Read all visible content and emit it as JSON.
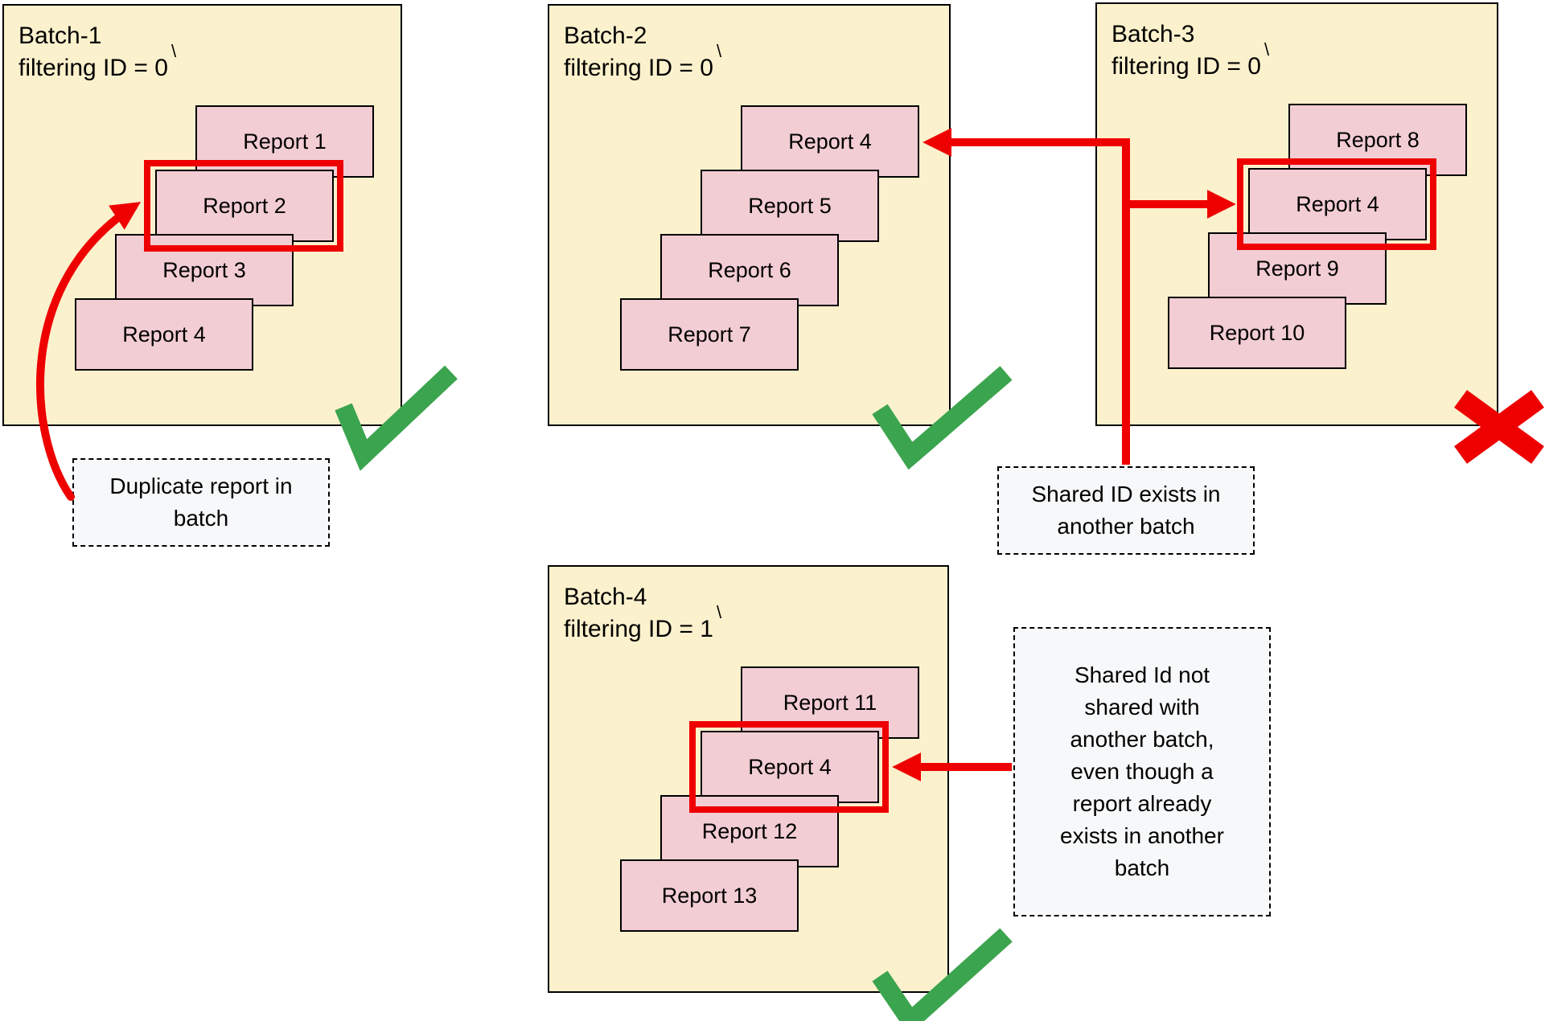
{
  "colors": {
    "batch_fill": "#FCF1CD",
    "batch_border": "#000000",
    "report_fill": "#F2CDD3",
    "report_border": "#000000",
    "highlight_red": "#EE0000",
    "arrow_red": "#EE0000",
    "check_green": "#3BA44E",
    "cross_red": "#EE0000",
    "annotation_fill": "#F7F8F9"
  },
  "batches": [
    {
      "name": "Batch-1",
      "filter_label": "filtering ID = 0",
      "stray_mark": "\\",
      "reports": [
        "Report 1",
        "Report 2",
        "Report 3",
        "Report 4"
      ],
      "highlighted_report": "Report 2",
      "status": "accepted"
    },
    {
      "name": "Batch-2",
      "filter_label": "filtering ID = 0",
      "stray_mark": "\\",
      "reports": [
        "Report 4",
        "Report 5",
        "Report 6",
        "Report 7"
      ],
      "highlighted_report": null,
      "status": "accepted"
    },
    {
      "name": "Batch-3",
      "filter_label": "filtering ID = 0",
      "stray_mark": "\\",
      "reports": [
        "Report 8",
        "Report 4",
        "Report 9",
        "Report 10"
      ],
      "highlighted_report": "Report 4",
      "status": "rejected"
    },
    {
      "name": "Batch-4",
      "filter_label": "filtering ID = 1",
      "stray_mark": "\\",
      "reports": [
        "Report 11",
        "Report 4",
        "Report 12",
        "Report 13"
      ],
      "highlighted_report": "Report 4",
      "status": "accepted"
    }
  ],
  "annotations": {
    "duplicate": "Duplicate report in batch",
    "shared_id": "Shared ID exists in another batch",
    "not_shared": "Shared Id not shared with another batch, even though a report already exists in another batch"
  }
}
